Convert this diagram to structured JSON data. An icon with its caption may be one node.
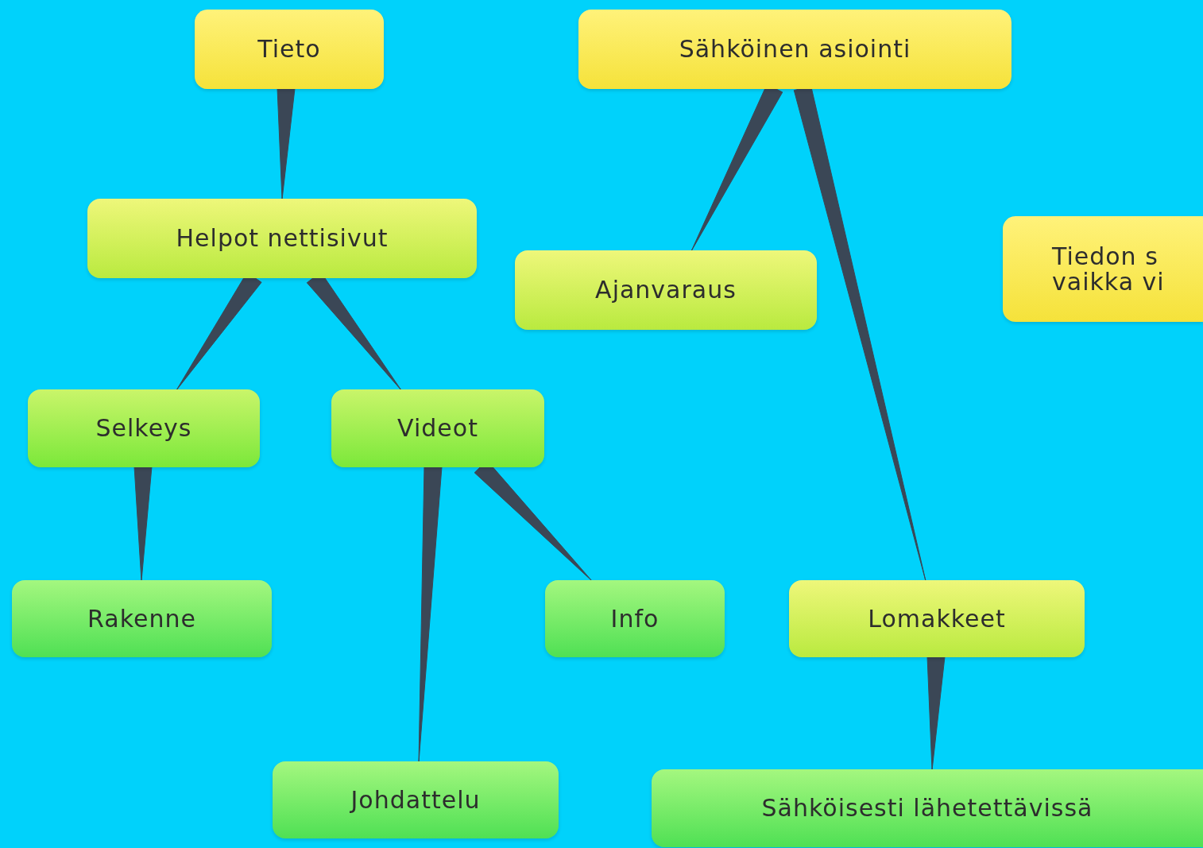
{
  "diagram": {
    "nodes": [
      {
        "text": [
          "Tieto"
        ]
      },
      {
        "text": [
          "Sähköinen asiointi"
        ]
      },
      {
        "text": [
          "Helpot nettisivut"
        ]
      },
      {
        "text": [
          "Ajanvaraus"
        ]
      },
      {
        "text": [
          "Tiedon s vaikka vi"
        ]
      },
      {
        "text": [
          "Selkeys"
        ]
      },
      {
        "text": [
          "Videot"
        ]
      },
      {
        "text": [
          "Rakenne"
        ]
      },
      {
        "text": [
          "Info"
        ]
      },
      {
        "text": [
          "Lomakkeet"
        ]
      },
      {
        "text": [
          "Johdattelu"
        ]
      },
      {
        "text": [
          "Sähköisesti lähetettävissä"
        ]
      }
    ],
    "edges": [
      {
        "from": 0,
        "to": 2,
        "arrow": "none"
      },
      {
        "from": 2,
        "to": 5,
        "arrow": "none"
      },
      {
        "from": 2,
        "to": 6,
        "arrow": "none"
      },
      {
        "from": 5,
        "to": 7,
        "arrow": "none"
      },
      {
        "from": 6,
        "to": 10,
        "arrow": "none"
      },
      {
        "from": 6,
        "to": 8,
        "arrow": "none"
      },
      {
        "from": 1,
        "to": 3,
        "arrow": "none"
      },
      {
        "from": 1,
        "to": 9,
        "arrow": "none"
      },
      {
        "from": 9,
        "to": 11,
        "arrow": "none"
      }
    ]
  }
}
